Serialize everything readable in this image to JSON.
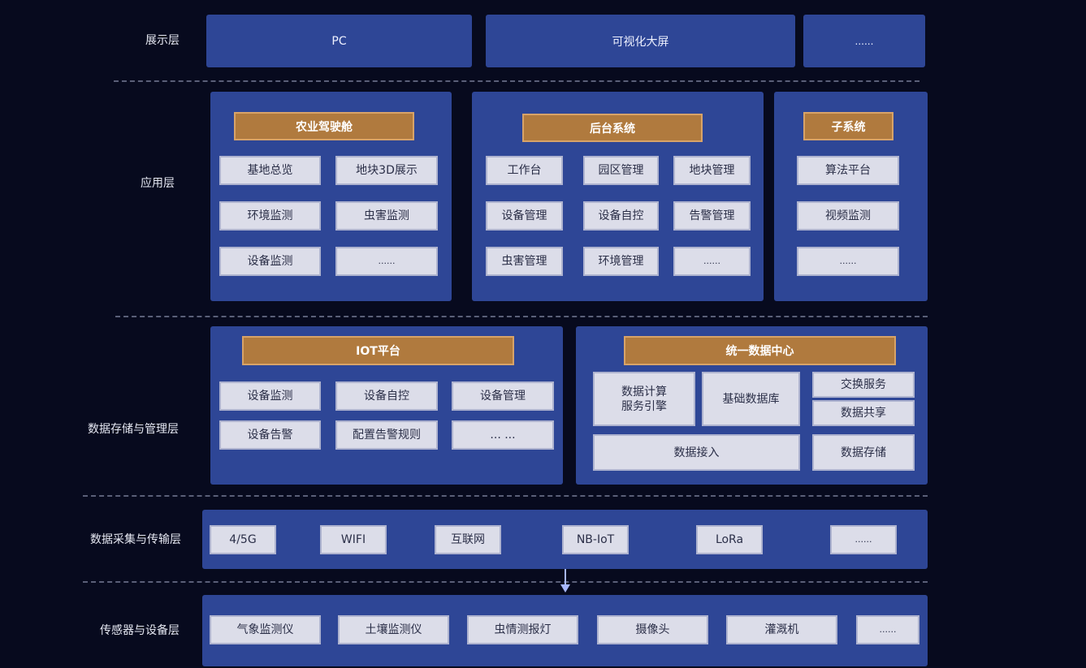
{
  "layers": {
    "display": "展示层",
    "application": "应用层",
    "storage": "数据存储与管理层",
    "transport": "数据采集与传输层",
    "sensor": "传感器与设备层"
  },
  "display": {
    "pc": "PC",
    "bigscreen": "可视化大屏",
    "more": "......"
  },
  "cockpit": {
    "title": "农业驾驶舱",
    "items": [
      "基地总览",
      "地块3D展示",
      "环境监测",
      "虫害监测",
      "设备监测",
      "......"
    ]
  },
  "backend": {
    "title": "后台系统",
    "items": [
      "工作台",
      "园区管理",
      "地块管理",
      "设备管理",
      "设备自控",
      "告警管理",
      "虫害管理",
      "环境管理",
      "......"
    ]
  },
  "subsystem": {
    "title": "子系统",
    "items": [
      "算法平台",
      "视频监测",
      "......"
    ]
  },
  "iot": {
    "title": "IOT平台",
    "items": [
      "设备监测",
      "设备自控",
      "设备管理",
      "设备告警",
      "配置告警规则",
      "... ..."
    ]
  },
  "datacenter": {
    "title": "统一数据中心",
    "compute": "数据计算\n服务引擎",
    "basedb": "基础数据库",
    "exchange": "交换服务",
    "share": "数据共享",
    "access": "数据接入",
    "store": "数据存储"
  },
  "transport": {
    "items": [
      "4/5G",
      "WIFI",
      "互联网",
      "NB-IoT",
      "LoRa",
      "......"
    ]
  },
  "sensor": {
    "items": [
      "气象监测仪",
      "土壤监测仪",
      "虫情测报灯",
      "摄像头",
      "灌溉机",
      "......"
    ]
  },
  "colors": {
    "background": "#070a1e",
    "panel": "#2e4696",
    "header": "#b07a3e",
    "box": "#dcdde9"
  }
}
